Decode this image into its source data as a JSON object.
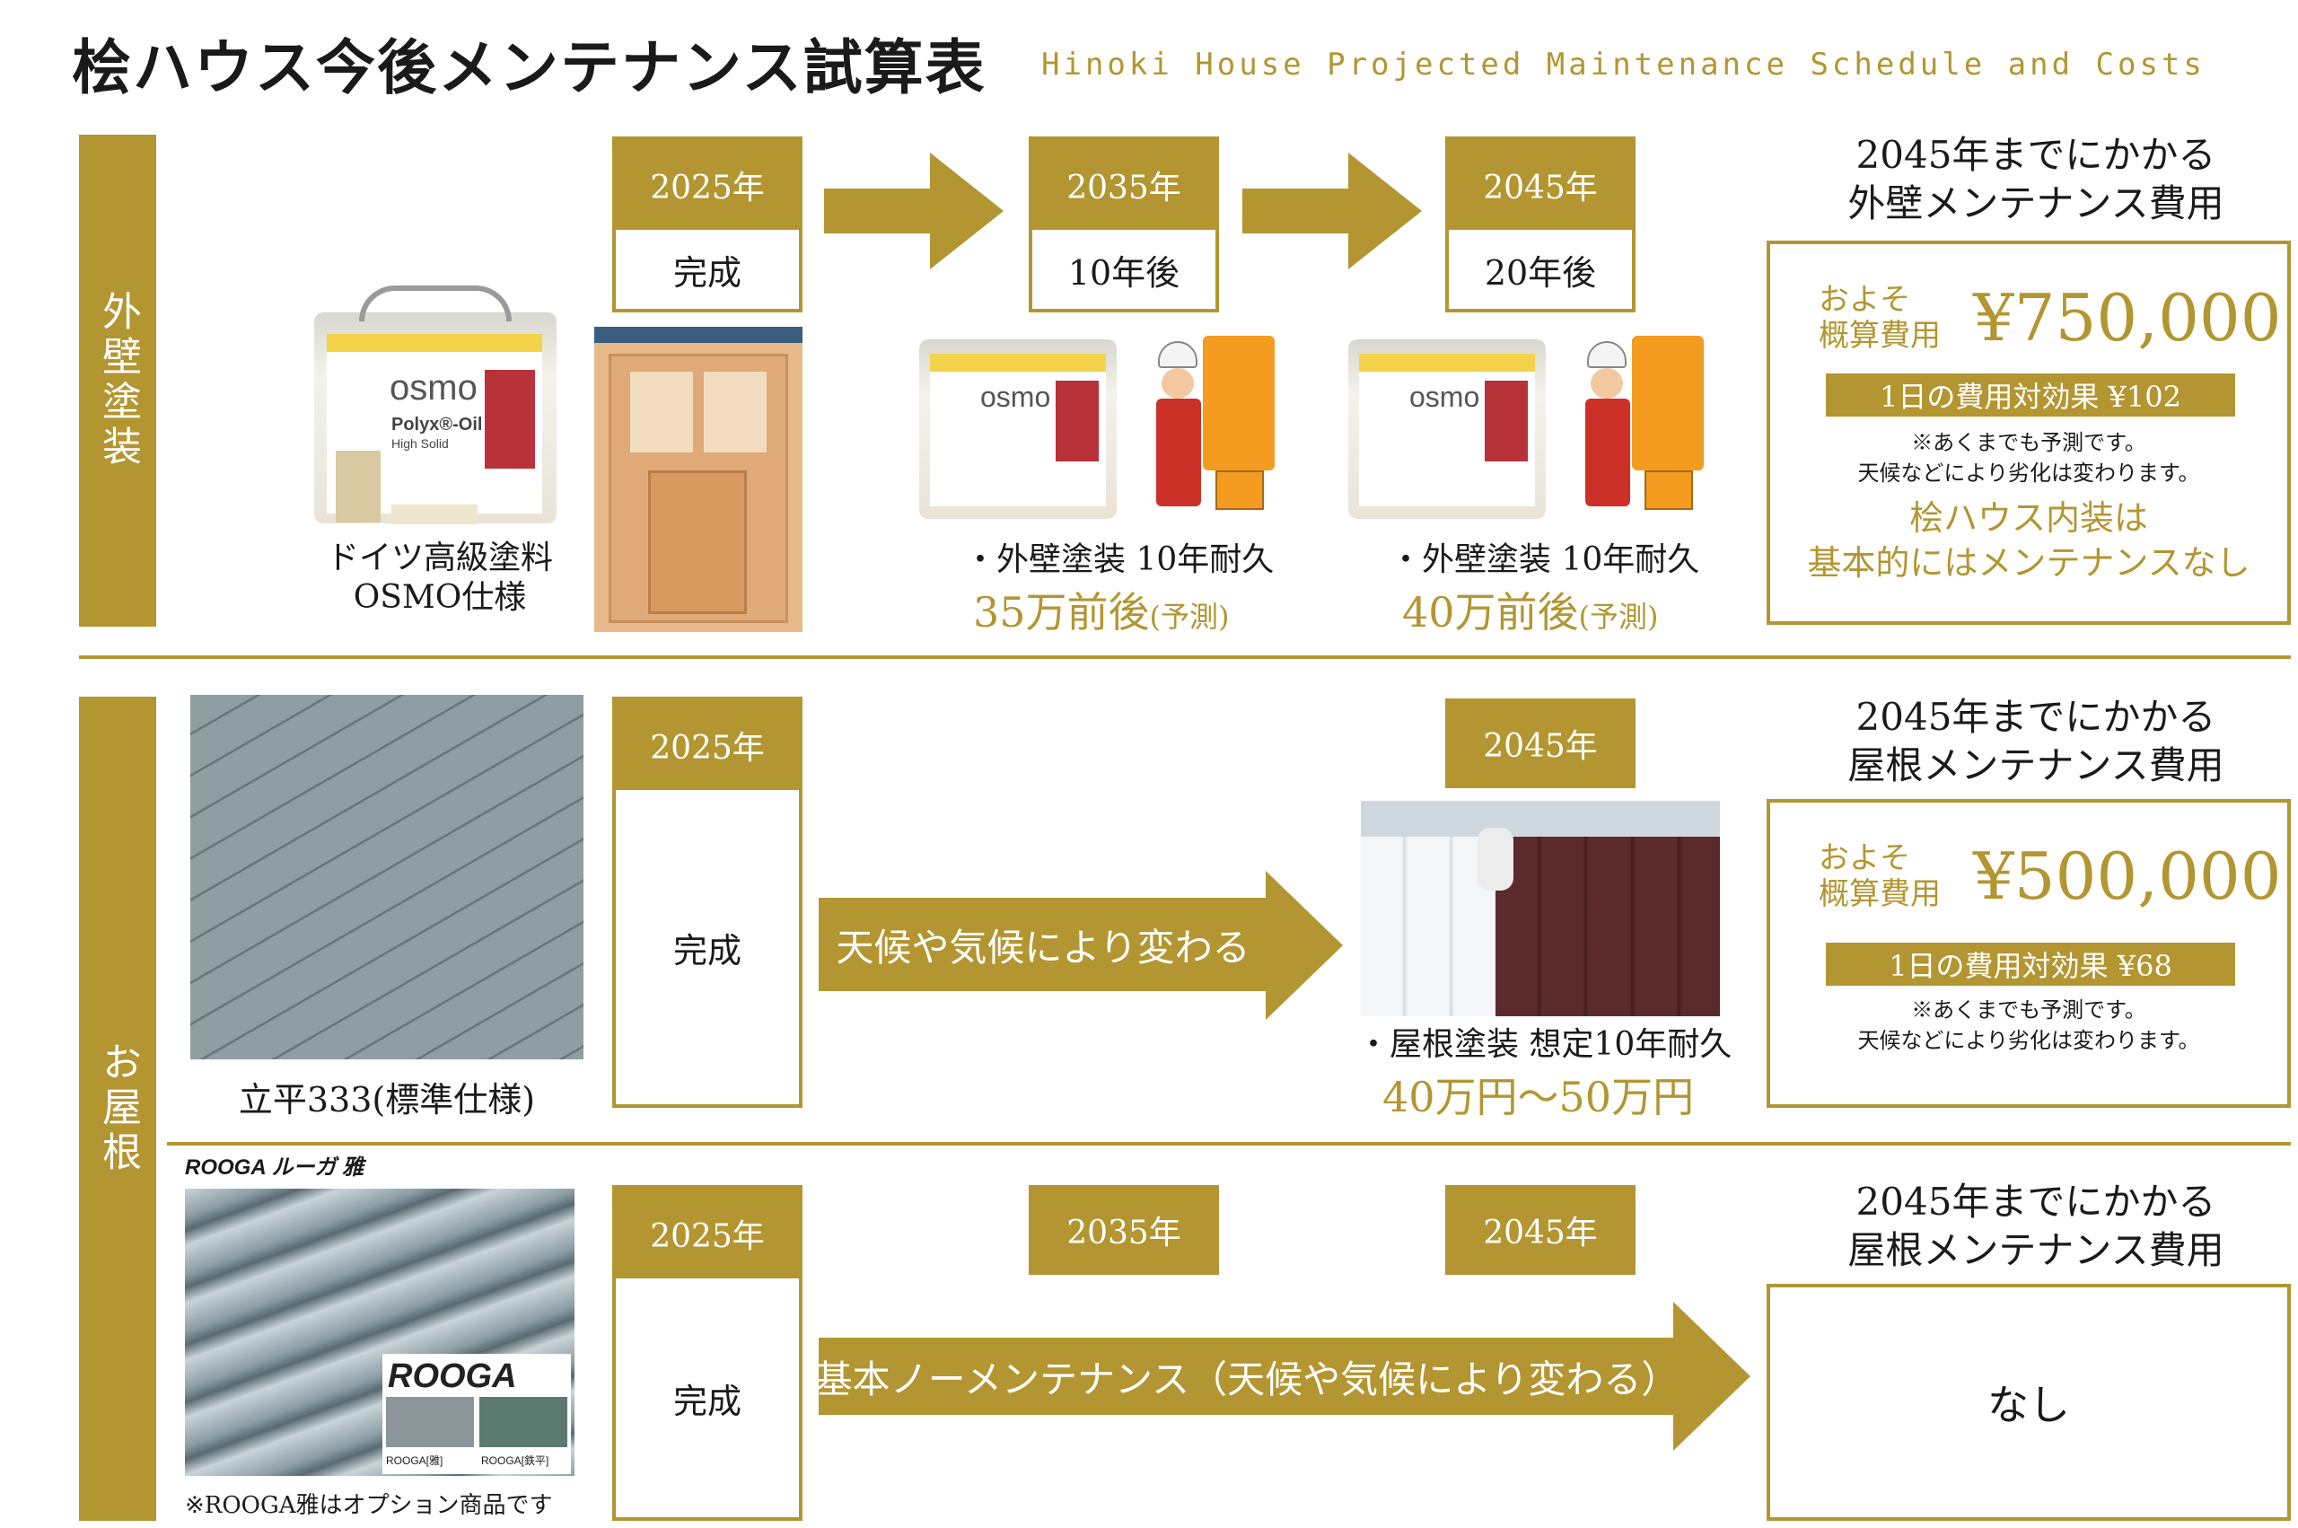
{
  "header": {
    "title": "桧ハウス今後メンテナンス試算表",
    "subtitle": "Hinoki House Projected Maintenance Schedule and Costs"
  },
  "exterior": {
    "side_label": "外壁塗装",
    "product_caption_line1": "ドイツ高級塗料",
    "product_caption_line2": "OSMO仕様",
    "can_brand": "osmo",
    "can_product": "Polyx®-Oil",
    "can_sub": "High Solid",
    "timeline": [
      {
        "year": "2025年",
        "status": "完成"
      },
      {
        "year": "2035年",
        "status": "10年後"
      },
      {
        "year": "2045年",
        "status": "20年後"
      }
    ],
    "work1_desc": "・外壁塗装 10年耐久",
    "work1_cost": "35万前後",
    "work1_note": "(予測)",
    "work2_desc": "・外壁塗装 10年耐久",
    "work2_cost": "40万前後",
    "work2_note": "(予測)",
    "cost": {
      "heading_line1": "2045年までにかかる",
      "heading_line2": "外壁メンテナンス費用",
      "approx1": "およそ",
      "approx2": "概算費用",
      "price": "¥750,000",
      "per_day": "1日の費用対効果 ¥102",
      "note1": "※あくまでも予測です。",
      "note2": "天候などにより劣化は変わります。",
      "extra1": "桧ハウス内装は",
      "extra2": "基本的にはメンテナンスなし"
    }
  },
  "roof": {
    "side_label": "お屋根",
    "std": {
      "caption": "立平333(標準仕様)",
      "year_start": "2025年",
      "status": "完成",
      "arrow_text": "天候や気候により変わる",
      "year_end": "2045年",
      "work_desc": "・屋根塗装 想定10年耐久",
      "work_cost": "40万円〜50万円",
      "cost": {
        "heading_line1": "2045年までにかかる",
        "heading_line2": "屋根メンテナンス費用",
        "approx1": "およそ",
        "approx2": "概算費用",
        "price": "¥500,000",
        "per_day": "1日の費用対効果 ¥68",
        "note1": "※あくまでも予測です。",
        "note2": "天候などにより劣化は変わります。"
      }
    },
    "opt": {
      "brand_line": "ROOGA ルーガ 雅",
      "logo": "ROOGA",
      "swatch1": "ROOGA[雅]",
      "swatch2": "ROOGA[鉄平]",
      "caption": "※ROOGA雅はオプション商品です",
      "years": [
        "2025年",
        "2035年",
        "2045年"
      ],
      "status": "完成",
      "arrow_text": "基本ノーメンテナンス（天候や気候により変わる）",
      "cost": {
        "heading_line1": "2045年までにかかる",
        "heading_line2": "屋根メンテナンス費用",
        "value": "なし"
      }
    }
  }
}
